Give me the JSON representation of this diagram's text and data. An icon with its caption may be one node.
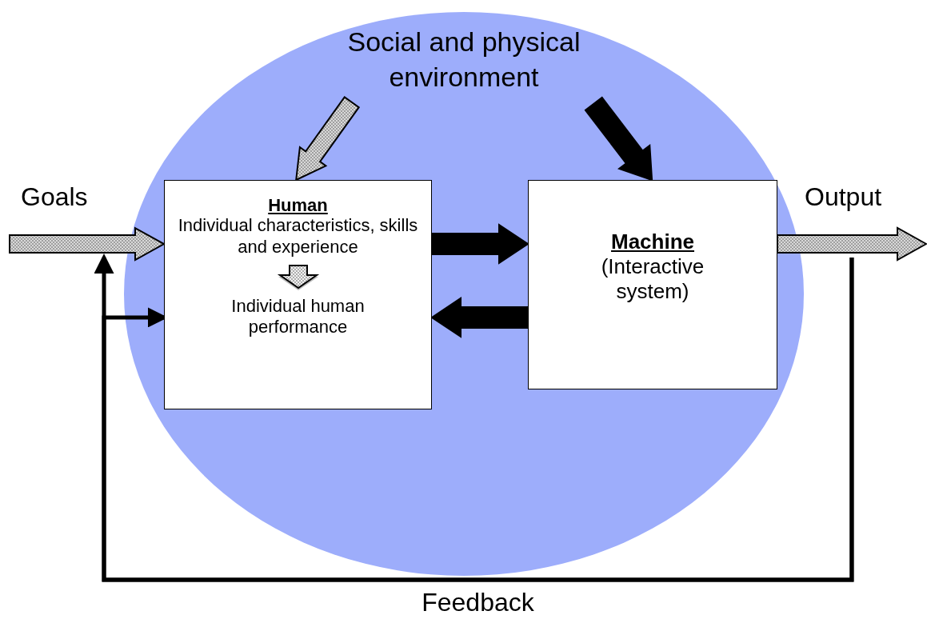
{
  "diagram": {
    "nodes": [
      {
        "text": [
          "Social and physical environment"
        ]
      },
      {
        "text": [
          "Human",
          "Individual characteristics, skills and experience",
          "Individual human performance"
        ],
        "in": 0
      },
      {
        "text": [
          "Machine",
          "(Interactive system)"
        ],
        "in": 0
      },
      {
        "text": [
          "Goals"
        ]
      },
      {
        "text": [
          "Output"
        ]
      }
    ],
    "edges": [
      {
        "from": 3,
        "to": 1,
        "arrow": "to",
        "style": "thick",
        "color": "#d9d9d9"
      },
      {
        "from": 0,
        "to": 1,
        "arrow": "to",
        "style": "thick",
        "color": "#d9d9d9"
      },
      {
        "from": 0,
        "to": 2,
        "arrow": "to",
        "style": "thick"
      },
      {
        "from": 1,
        "to": 2,
        "arrow": "to",
        "style": "thick"
      },
      {
        "from": 2,
        "to": 1,
        "arrow": "to",
        "style": "thick"
      },
      {
        "from": 2,
        "to": 4,
        "arrow": "to",
        "style": "thick",
        "color": "#d9d9d9"
      },
      {
        "from": 4,
        "to": 1,
        "arrow": "to",
        "label": "Feedback"
      },
      {
        "from": 4,
        "to": 3,
        "arrow": "to"
      }
    ]
  }
}
